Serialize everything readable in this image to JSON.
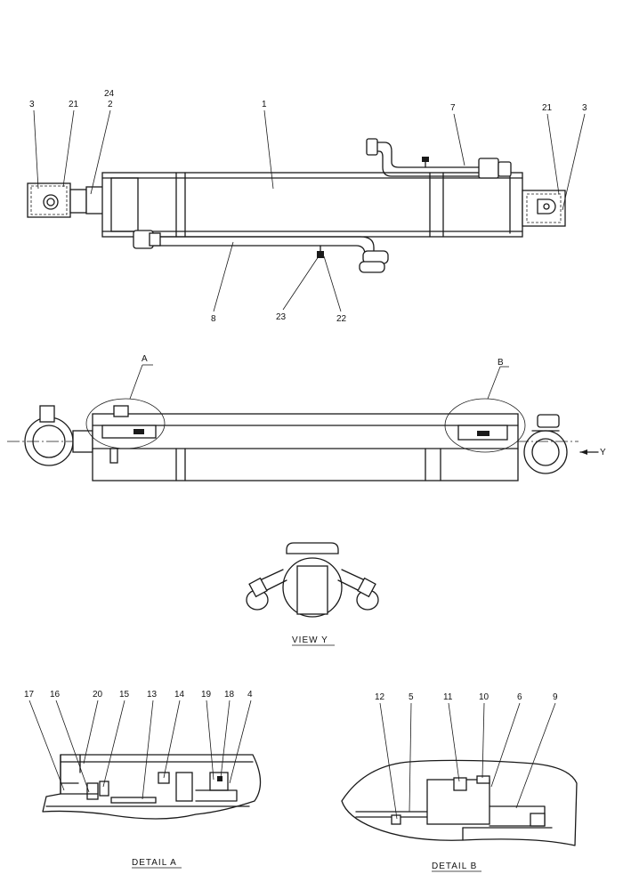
{
  "top_view": {
    "callouts": [
      "3",
      "21",
      "24",
      "2",
      "1",
      "7",
      "21",
      "3",
      "8",
      "23",
      "22"
    ]
  },
  "section_view": {
    "detail_markers": [
      "A",
      "B"
    ],
    "view_marker": "Y"
  },
  "view_y": {
    "caption": "VIEW  Y"
  },
  "detail_a": {
    "caption": "DETAIL  A",
    "callouts": [
      "17",
      "16",
      "20",
      "15",
      "13",
      "14",
      "19",
      "18",
      "4"
    ]
  },
  "detail_b": {
    "caption": "DETAIL  B",
    "callouts": [
      "12",
      "5",
      "11",
      "10",
      "6",
      "9"
    ]
  }
}
